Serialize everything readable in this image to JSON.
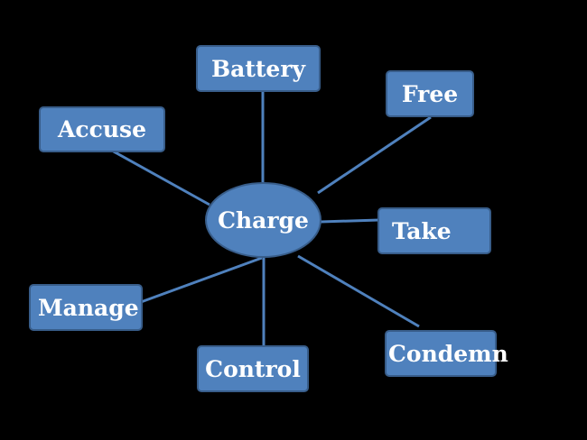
{
  "diagram": {
    "center": {
      "label": "Charge"
    },
    "nodes": [
      {
        "id": "battery",
        "label": "Battery"
      },
      {
        "id": "free",
        "label": "Free"
      },
      {
        "id": "accuse",
        "label": "Accuse"
      },
      {
        "id": "take",
        "label": "Take"
      },
      {
        "id": "manage",
        "label": "Manage"
      },
      {
        "id": "control",
        "label": "Control"
      },
      {
        "id": "condemn",
        "label": "Condemn"
      }
    ],
    "colors": {
      "background": "#000000",
      "node_fill": "#4f81bd",
      "node_border": "#385d8a",
      "connector": "#4f81bd",
      "text": "#ffffff"
    }
  }
}
